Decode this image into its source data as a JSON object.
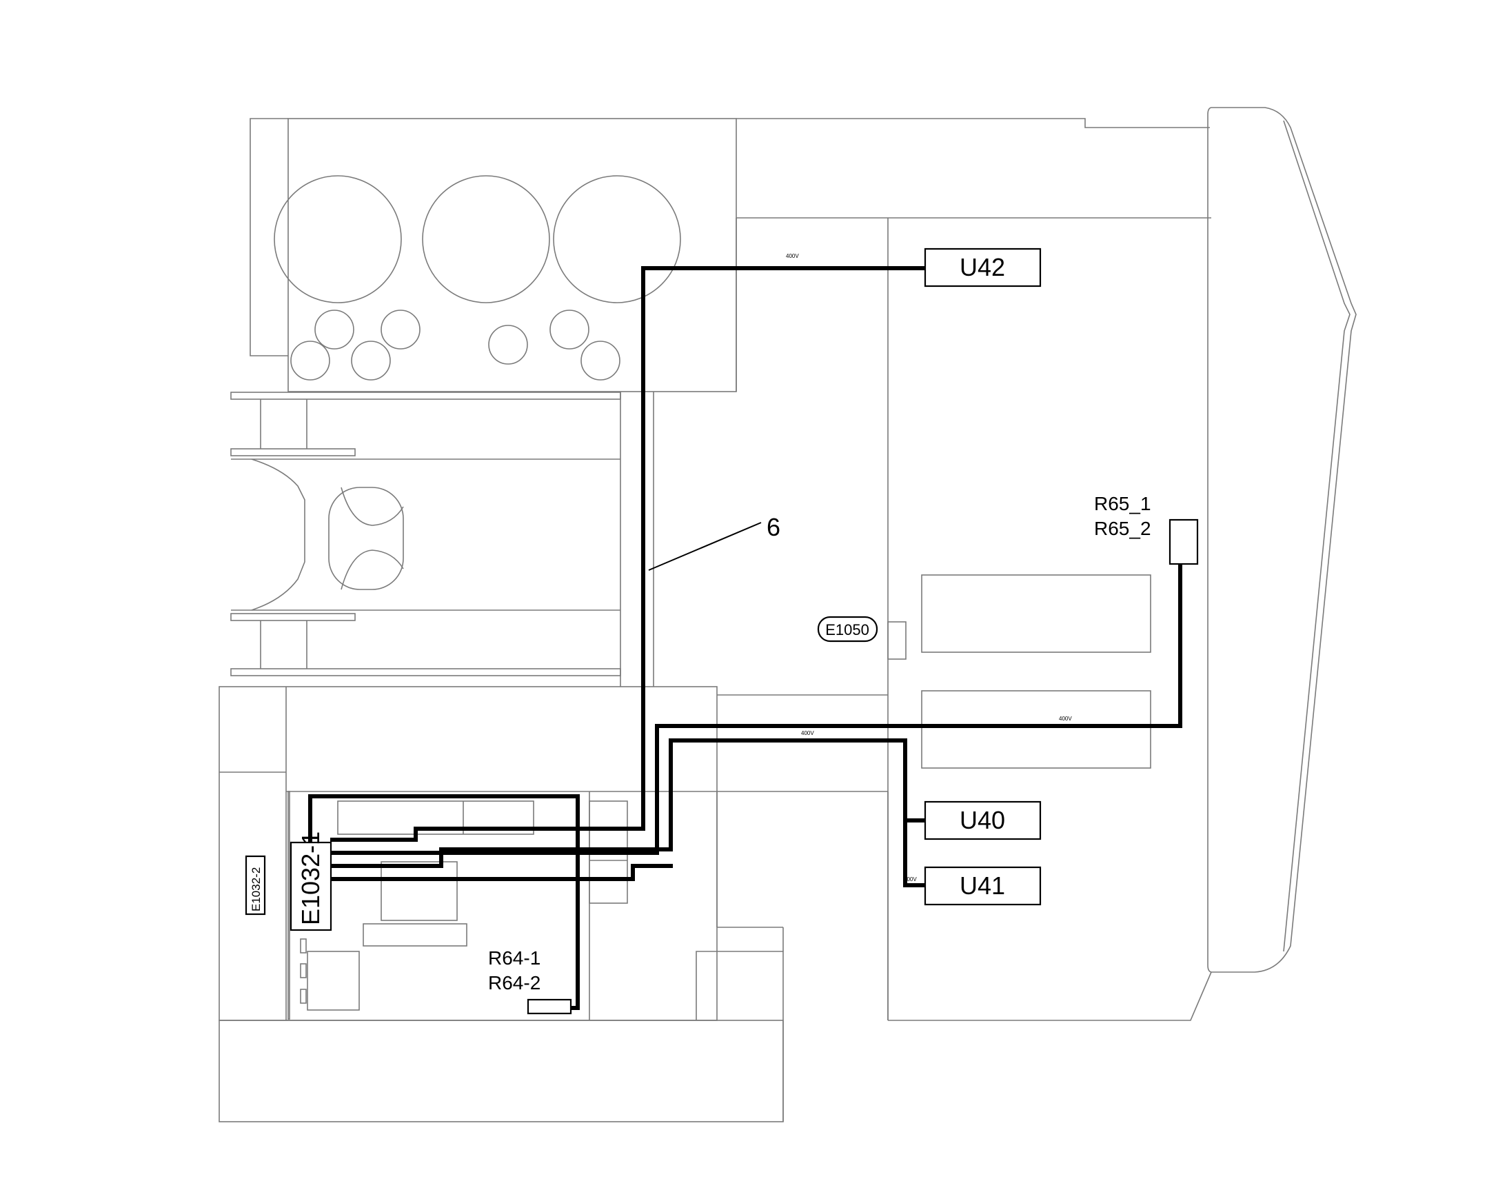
{
  "components": {
    "u42": "U42",
    "u40": "U40",
    "u41": "U41",
    "r65_line1": "R65_1",
    "r65_line2": "R65_2",
    "r64_line1": "R64-1",
    "r64_line2": "R64-2",
    "e1050": "E1050",
    "e1032_1": "E1032-1",
    "e1032_2": "E1032-2"
  },
  "callouts": {
    "cable_number": "6"
  },
  "voltage_tags": {
    "top": "400V",
    "middle": "400V",
    "right": "400V",
    "u41": "400V"
  },
  "colors": {
    "outline": "#7a7a7a",
    "wire": "#000000"
  }
}
